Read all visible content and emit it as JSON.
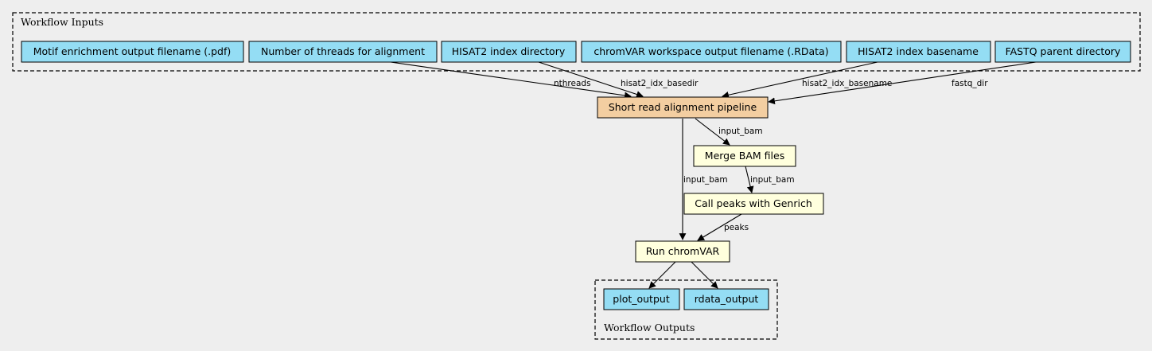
{
  "clusters": {
    "inputs_label": "Workflow Inputs",
    "outputs_label": "Workflow Outputs"
  },
  "inputs": {
    "motif_pdf": "Motif enrichment output filename (.pdf)",
    "nthreads": "Number of threads for alignment",
    "hisat2_dir": "HISAT2 index directory",
    "rdata_name": "chromVAR workspace output filename (.RData)",
    "hisat2_base": "HISAT2 index basename",
    "fastq_dir": "FASTQ parent directory"
  },
  "steps": {
    "alignment": "Short read alignment pipeline",
    "merge": "Merge BAM files",
    "peaks": "Call peaks with Genrich",
    "chromvar": "Run chromVAR"
  },
  "outputs": {
    "plot": "plot_output",
    "rdata": "rdata_output"
  },
  "edge_labels": {
    "nthreads": "nthreads",
    "hisat2_idx_basedir": "hisat2_idx_basedir",
    "hisat2_idx_basename": "hisat2_idx_basename",
    "fastq_dir": "fastq_dir",
    "align_to_merge": "input_bam",
    "merge_to_peaks": "input_bam",
    "align_to_chromvar": "input_bam",
    "peaks_to_chromvar": "peaks"
  }
}
